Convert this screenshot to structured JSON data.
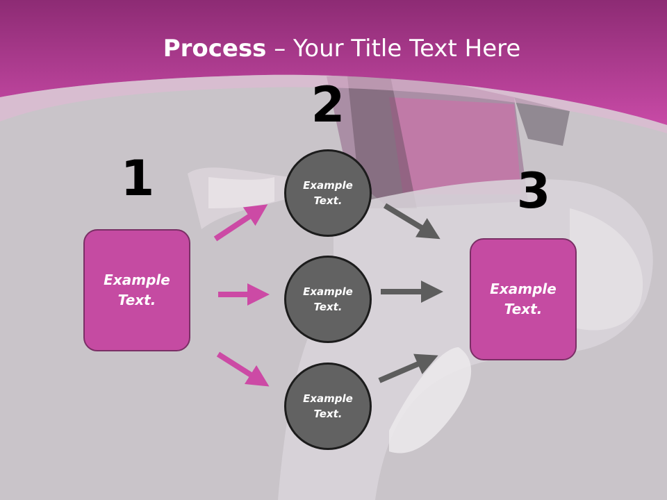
{
  "slide": {
    "title_bold": "Process",
    "title_rest": " – Your Title Text Here",
    "step_numbers": [
      "1",
      "2",
      "3"
    ],
    "left_box": {
      "line1": "Example",
      "line2": "Text."
    },
    "right_box": {
      "line1": "Example",
      "line2": "Text."
    },
    "circles": [
      {
        "line1": "Example",
        "line2": "Text."
      },
      {
        "line1": "Example",
        "line2": "Text."
      },
      {
        "line1": "Example",
        "line2": "Text."
      }
    ]
  },
  "colors": {
    "header": "#c0439f",
    "box_fill": "#c54ba2",
    "circle_fill": "#626262",
    "pink_arrow": "#cc4aa5",
    "gray_arrow": "#5d5d5d",
    "background": "#c9c4c9"
  }
}
